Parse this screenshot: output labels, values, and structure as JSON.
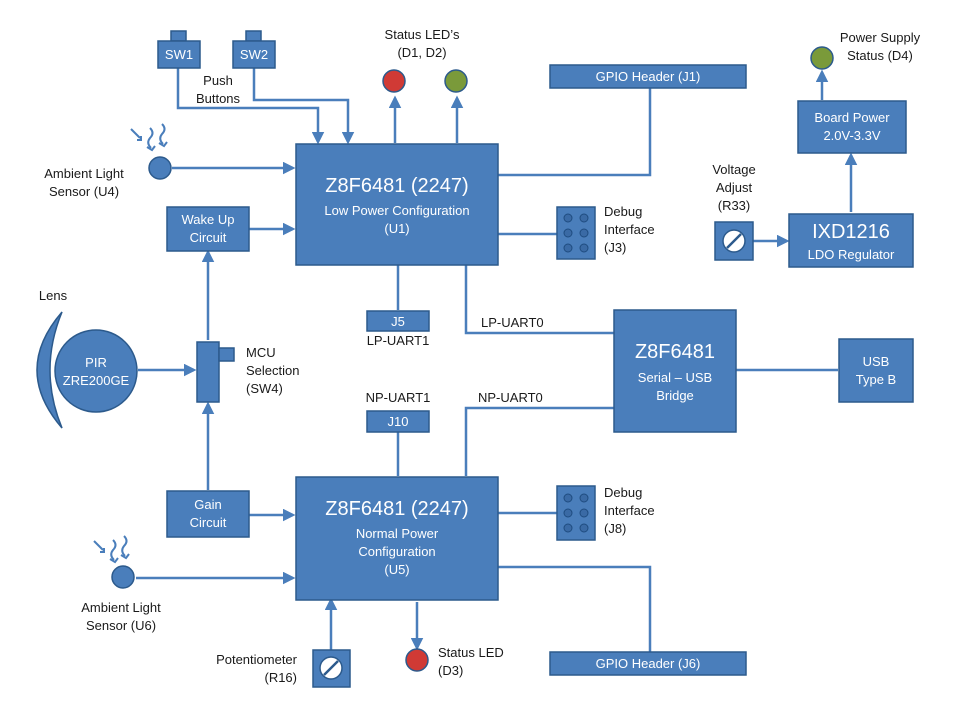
{
  "mcu_lp": {
    "title": "Z8F6481 (2247)",
    "line1": "Low Power Configuration",
    "line2": "(U1)"
  },
  "mcu_np": {
    "title": "Z8F6481 (2247)",
    "line1": "Normal Power",
    "line2": "Configuration",
    "line3": "(U5)"
  },
  "bridge": {
    "title": "Z8F6481",
    "line1": "Serial – USB",
    "line2": "Bridge"
  },
  "usb": {
    "line1": "USB",
    "line2": "Type B"
  },
  "ldo": {
    "title": "IXD1216",
    "line1": "LDO Regulator"
  },
  "board_power": {
    "line1": "Board Power",
    "line2": "2.0V-3.3V"
  },
  "gpio_j1": "GPIO Header (J1)",
  "gpio_j6": "GPIO Header (J6)",
  "sw1": "SW1",
  "sw2": "SW2",
  "push_buttons": [
    "Push",
    "Buttons"
  ],
  "status_leds": [
    "Status LED’s",
    "(D1, D2)"
  ],
  "power_status": [
    "Power Supply",
    "Status (D4)"
  ],
  "voltage_adjust": [
    "Voltage",
    "Adjust",
    "(R33)"
  ],
  "debug_j3": [
    "Debug",
    "Interface",
    "(J3)"
  ],
  "debug_j8": [
    "Debug",
    "Interface",
    "(J8)"
  ],
  "ambient_u4": [
    "Ambient Light",
    "Sensor (U4)"
  ],
  "ambient_u6": [
    "Ambient Light",
    "Sensor (U6)"
  ],
  "wake_up": [
    "Wake Up",
    "Circuit"
  ],
  "gain": [
    "Gain",
    "Circuit"
  ],
  "lens": "Lens",
  "pir": [
    "PIR",
    "ZRE200GE"
  ],
  "mcu_selection": [
    "MCU",
    "Selection",
    "(SW4)"
  ],
  "j5": "J5",
  "lp_uart1": "LP-UART1",
  "j10": "J10",
  "np_uart1": "NP-UART1",
  "lp_uart0": "LP-UART0",
  "np_uart0": "NP-UART0",
  "potentiometer": [
    "Potentiometer",
    "(R16)"
  ],
  "status_led_d3": [
    "Status LED",
    "(D3)"
  ]
}
